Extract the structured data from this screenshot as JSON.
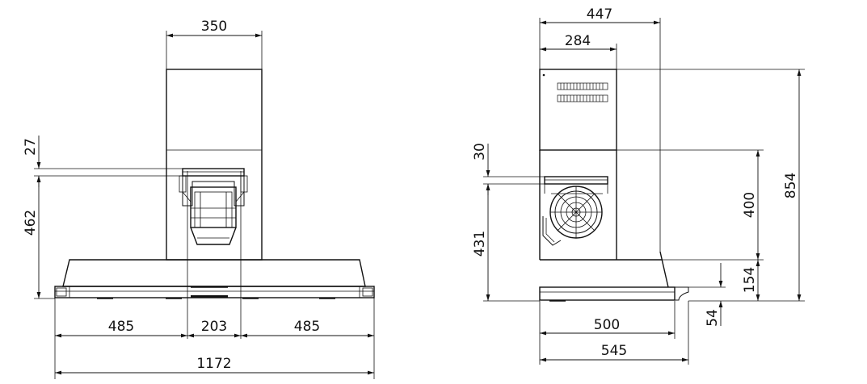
{
  "front_view": {
    "chimney_width": "350",
    "offset_top": "27",
    "motor_height": "462",
    "side_left": "485",
    "center": "203",
    "side_right": "485",
    "total_width": "1172"
  },
  "side_view": {
    "top_depth": "447",
    "chimney_depth": "284",
    "offset_top": "30",
    "motor_height": "431",
    "chimney_to_canopy": "400",
    "total_height": "854",
    "canopy_height": "154",
    "front_lip": "54",
    "canopy_depth": "500",
    "total_depth": "545"
  }
}
